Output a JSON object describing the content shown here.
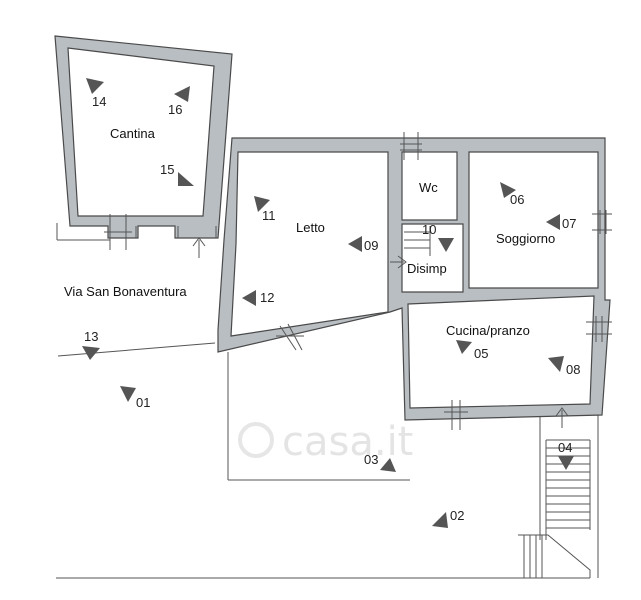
{
  "rooms": {
    "cantina": "Cantina",
    "letto": "Letto",
    "wc": "Wc",
    "soggiorno": "Soggiorno",
    "disimp": "Disimp",
    "cucina": "Cucina/pranzo"
  },
  "street": "Via San Bonaventura",
  "watermark": "casa.it",
  "markers": [
    "14",
    "16",
    "15",
    "11",
    "09",
    "12",
    "10",
    "06",
    "07",
    "05",
    "08",
    "13",
    "01",
    "03",
    "04",
    "02"
  ]
}
